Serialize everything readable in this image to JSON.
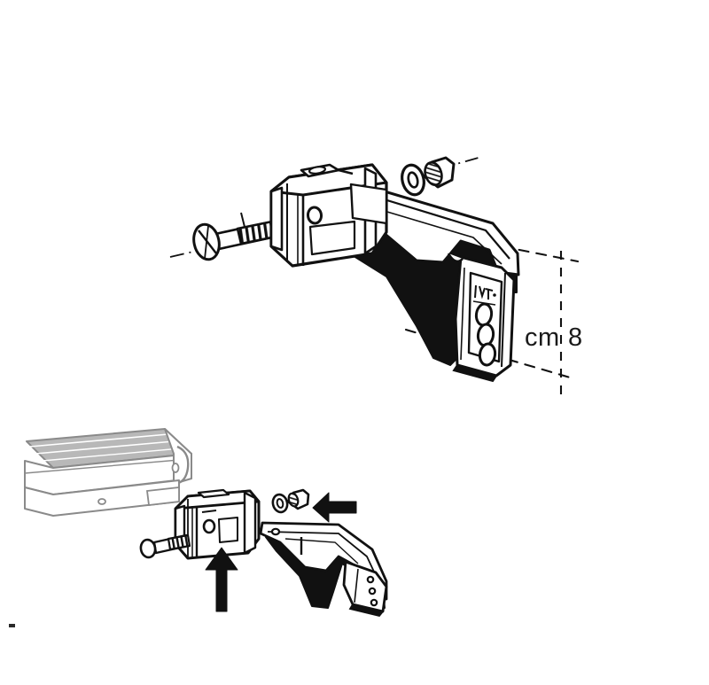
{
  "illustration": {
    "title": "Roof bar clamp bracket mounting instructions",
    "background_color": "#ffffff",
    "ink_color": "#111111",
    "rail_color": "#8a8a8a",
    "rail_fill": "#b4b4b4",
    "figures": [
      {
        "id": "figure-upper",
        "name": "exploded-bracket-assembly",
        "caption_visible": false,
        "parts": [
          {
            "name": "hex-nut",
            "label": "hex nut"
          },
          {
            "name": "flat-washer",
            "label": "flat washer"
          },
          {
            "name": "slotted-round-head-bolt",
            "label": "slotted round head bolt"
          },
          {
            "name": "clamp-body",
            "label": "clamp body"
          },
          {
            "name": "bracket-arm",
            "label": "bracket arm"
          },
          {
            "name": "bracket-foot",
            "label": "bracket foot"
          }
        ]
      },
      {
        "id": "figure-lower",
        "name": "rail-mounting-assembly",
        "caption_visible": false,
        "parts": [
          {
            "name": "roof-rail",
            "label": "roof rail"
          },
          {
            "name": "clamp-body",
            "label": "clamp body"
          },
          {
            "name": "slotted-round-head-bolt",
            "label": "slotted round head bolt"
          },
          {
            "name": "hex-nut",
            "label": "hex nut"
          },
          {
            "name": "flat-washer",
            "label": "flat washer"
          },
          {
            "name": "bracket-arm",
            "label": "bracket arm"
          }
        ]
      }
    ]
  },
  "dimension": {
    "unit_label": "cm",
    "value_label": "8",
    "full_label": "cm 8",
    "name": "height-dimension"
  },
  "markings": {
    "foot_logo_label": "embossed brand mark",
    "foot_hole_count": 3
  },
  "arrows": [
    {
      "name": "assembly-arrow-up",
      "direction": "up",
      "label": "push clamp up onto rail"
    },
    {
      "name": "assembly-arrow-left",
      "direction": "left",
      "label": "slide bracket arm left into clamp"
    }
  ]
}
